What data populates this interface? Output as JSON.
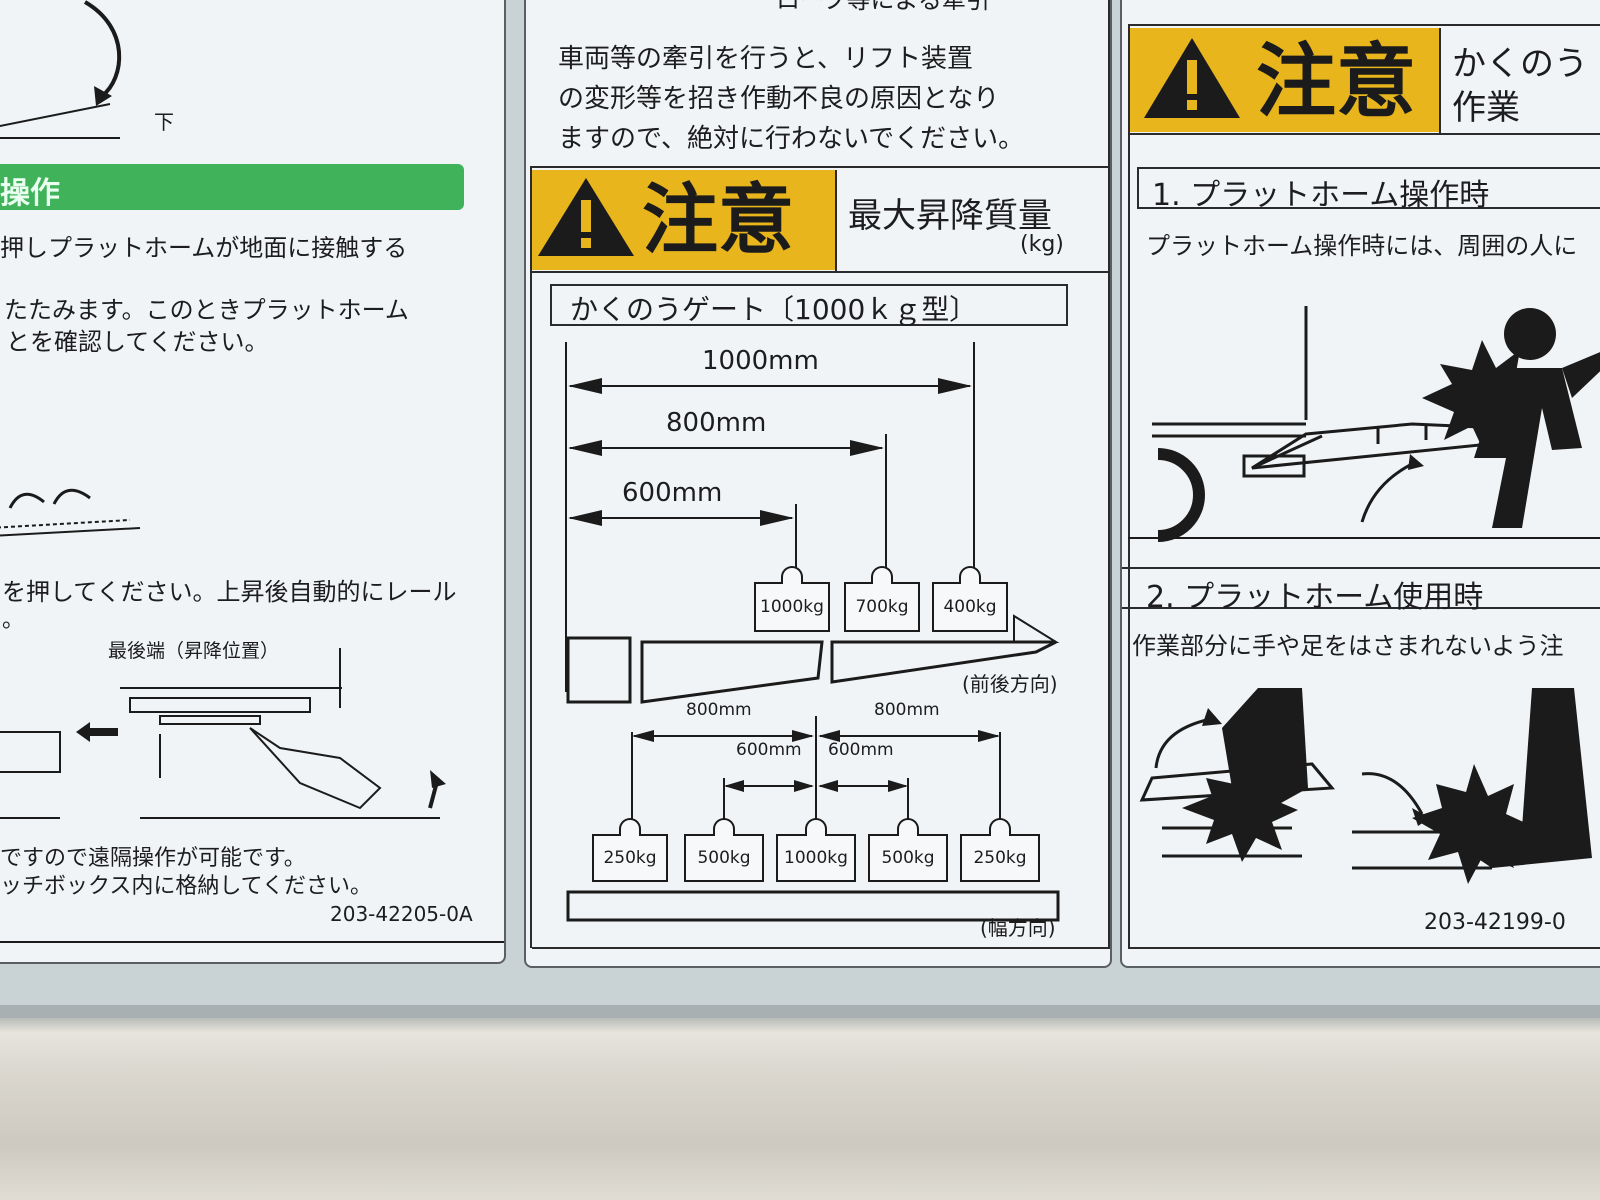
{
  "left_sticker": {
    "top_label": "下",
    "section_heading": "操作",
    "line_1": "押しプラットホームが地面に接触する",
    "line_2": "たたみます。このときプラットホーム",
    "line_3": "とを確認してください。",
    "line_4": "を押してください。上昇後自動的にレール",
    "line_5": "。",
    "rear_end_label": "最後端（昇降位置）",
    "line_6": "ですので遠隔操作が可能です。",
    "line_7": "ッチボックス内に格納してください。",
    "code": "203-42205-0A"
  },
  "center_sticker": {
    "top_heading": "ロープ等による牽引",
    "warning_line_1": "車両等の牽引を行うと、リフト装置",
    "warning_line_2": "の変形等を招き作動不良の原因となり",
    "warning_line_3": "ますので、絶対に行わないでください。",
    "caution_word": "注意",
    "caution_title": "最大昇降質量",
    "caution_unit": "(kg)",
    "gate_title": "かくのうゲート〔1000ｋｇ型〕",
    "fore_aft": {
      "label": "(前後方向)",
      "distances": [
        "1000mm",
        "800mm",
        "600mm"
      ],
      "weights": [
        "1000kg",
        "700kg",
        "400kg"
      ]
    },
    "width_dir": {
      "label": "(幅方向)",
      "distances_outer": [
        "800mm",
        "800mm"
      ],
      "distances_inner": [
        "600mm",
        "600mm"
      ],
      "weights": [
        "250kg",
        "500kg",
        "1000kg",
        "500kg",
        "250kg"
      ]
    }
  },
  "right_sticker": {
    "caution_word": "注意",
    "caution_text_1": "かくのう",
    "caution_text_2": "作業",
    "section_1": "1. プラットホーム操作時",
    "section_1_text": "プラットホーム操作時には、周囲の人に",
    "section_2": "2. プラットホーム使用時",
    "section_2_text": "作業部分に手や足をはさまれないよう注",
    "code": "203-42199-0"
  },
  "colors": {
    "caution_yellow": "#e8b51d",
    "green_heading": "#3fb25a",
    "sticker_bg": "#f1f4f6",
    "ink": "#1d1d1f"
  }
}
